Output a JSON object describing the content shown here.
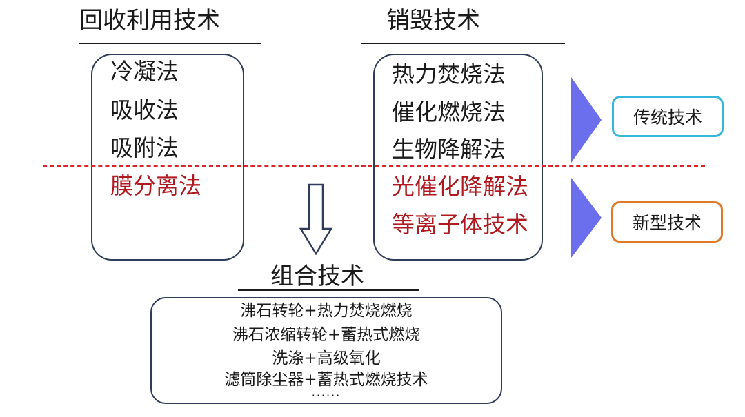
{
  "recovery": {
    "title": "回收利用技术",
    "items": [
      "冷凝法",
      "吸收法",
      "吸附法",
      "膜分离法"
    ]
  },
  "destruction": {
    "title": "销毁技术",
    "items": [
      "热力焚烧法",
      "催化燃烧法",
      "生物降解法",
      "光催化降解法",
      "等离子体技术"
    ]
  },
  "labels": {
    "traditional": "传统技术",
    "modern": "新型技术"
  },
  "combination": {
    "title": "组合技术",
    "items": [
      "沸石转轮+热力焚烧燃烧",
      "沸石浓缩转轮+蓄热式燃烧",
      "洗涤+高级氧化",
      "滤筒除尘器+蓄热式燃烧技术",
      "······"
    ]
  },
  "colors": {
    "traditional_border": "#35b6dd",
    "modern_border": "#e07a2a",
    "new_technology_text": "#b0191f",
    "divider": "#d9252b",
    "arrow_fill": "#6b6fee"
  }
}
